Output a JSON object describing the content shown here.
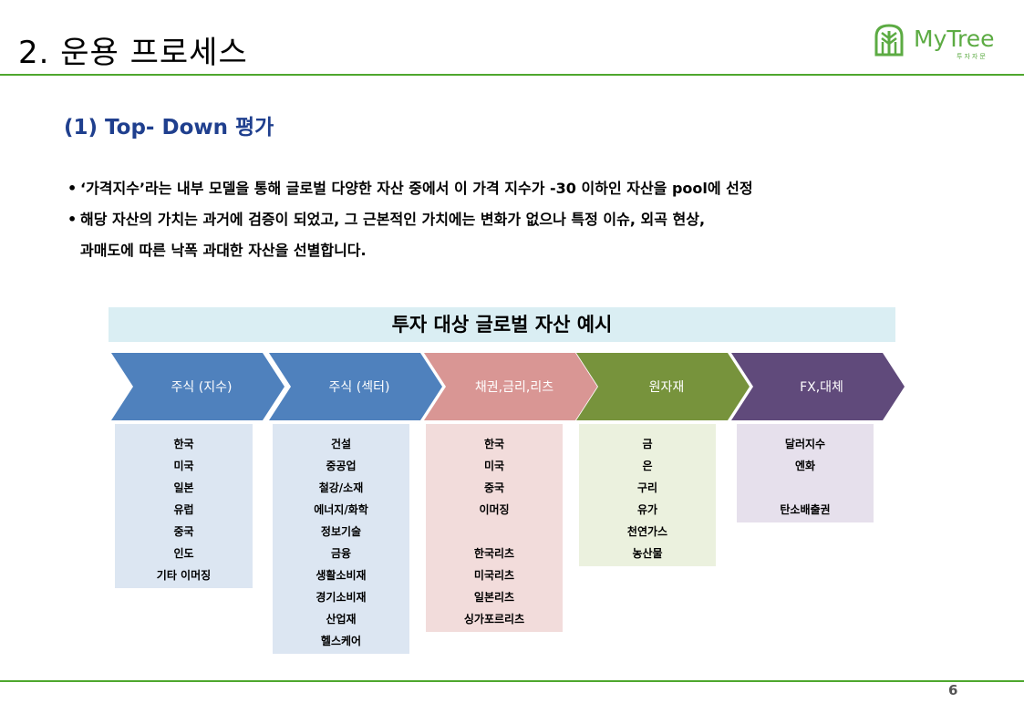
{
  "header": {
    "title": "2. 운용 프로세스",
    "logo_text": "MyTree",
    "logo_sub": "투자자문"
  },
  "section": {
    "subtitle": "(1) Top- Down 평가",
    "bullet_1": "‘가격지수’라는 내부 모델을 통해 글로벌 다양한 자산 중에서 이 가격 지수가 -30 이하인 자산을 pool에 선정",
    "bullet_2a": "해당 자산의 가치는 과거에 검증이 되었고, 그 근본적인 가치에는 변화가 없으나 특정 이슈, 외곡 현상,",
    "bullet_2b": "과매도에 따른 낙폭 과대한 자산을 선별합니다."
  },
  "diagram": {
    "banner": "투자 대상 글로벌 자산 예시",
    "categories": [
      {
        "label": "주식 (지수)",
        "arrow_color": "#4f81bd",
        "box_color": "#dce6f2",
        "items": [
          "한국",
          "미국",
          "일본",
          "유럽",
          "중국",
          "인도",
          "기타 이머징"
        ]
      },
      {
        "label": "주식 (섹터)",
        "arrow_color": "#4f81bd",
        "box_color": "#dce6f2",
        "items": [
          "건설",
          "중공업",
          "철강/소재",
          "에너지/화학",
          "정보기술",
          "금융",
          "생활소비재",
          "경기소비재",
          "산업재",
          "헬스케어"
        ]
      },
      {
        "label": "채권,금리,리츠",
        "arrow_color": "#d99694",
        "box_color": "#f2dcdb",
        "items": [
          "한국",
          "미국",
          "중국",
          "이머징",
          "",
          "한국리츠",
          "미국리츠",
          "일본리츠",
          "싱가포르리츠"
        ]
      },
      {
        "label": "원자재",
        "arrow_color": "#77933c",
        "box_color": "#ebf1de",
        "items": [
          "금",
          "은",
          "구리",
          "유가",
          "천연가스",
          "농산물"
        ]
      },
      {
        "label": "FX,대체",
        "arrow_color": "#604a7b",
        "box_color": "#e6e0ec",
        "items": [
          "달러지수",
          "엔화",
          "",
          "탄소배출권"
        ]
      }
    ]
  },
  "footer": {
    "page_number": "6"
  }
}
